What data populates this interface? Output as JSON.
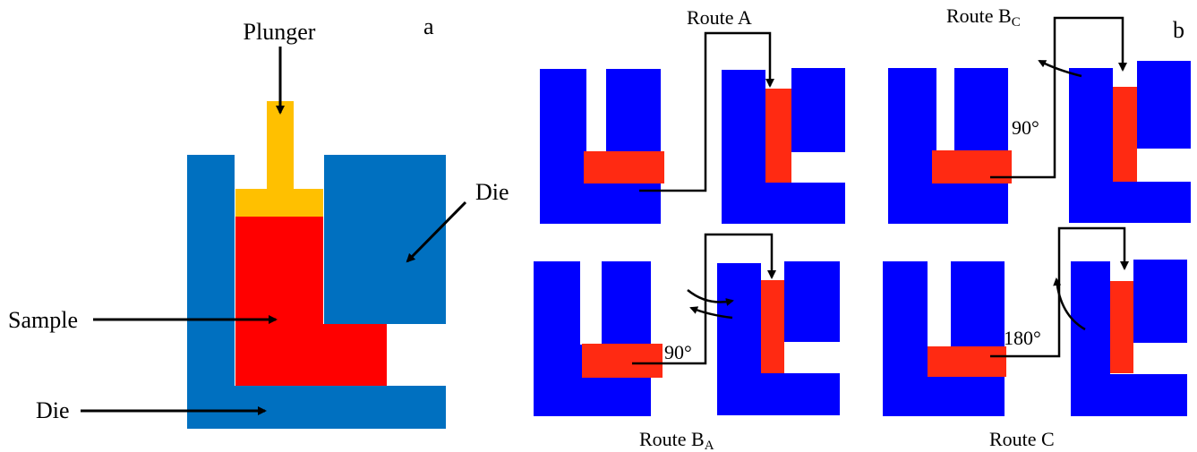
{
  "panel_a": {
    "panel_letter": "a",
    "labels": {
      "plunger": "Plunger",
      "die_right": "Die",
      "sample": "Sample",
      "die_bottom": "Die"
    },
    "colors": {
      "die": "#0070c0",
      "plunger": "#ffc000",
      "sample": "#ff0000"
    }
  },
  "panel_b": {
    "panel_letter": "b",
    "routes": {
      "a": {
        "label": "Route A"
      },
      "bc": {
        "label_main": "Route B",
        "label_sub": "C",
        "angle": "90°"
      },
      "ba": {
        "label_main": "Route B",
        "label_sub": "A",
        "angle": "90°"
      },
      "c": {
        "label": "Route C",
        "angle": "180°"
      }
    },
    "colors": {
      "die": "#0000ff",
      "sample": "#ff2a12"
    }
  }
}
